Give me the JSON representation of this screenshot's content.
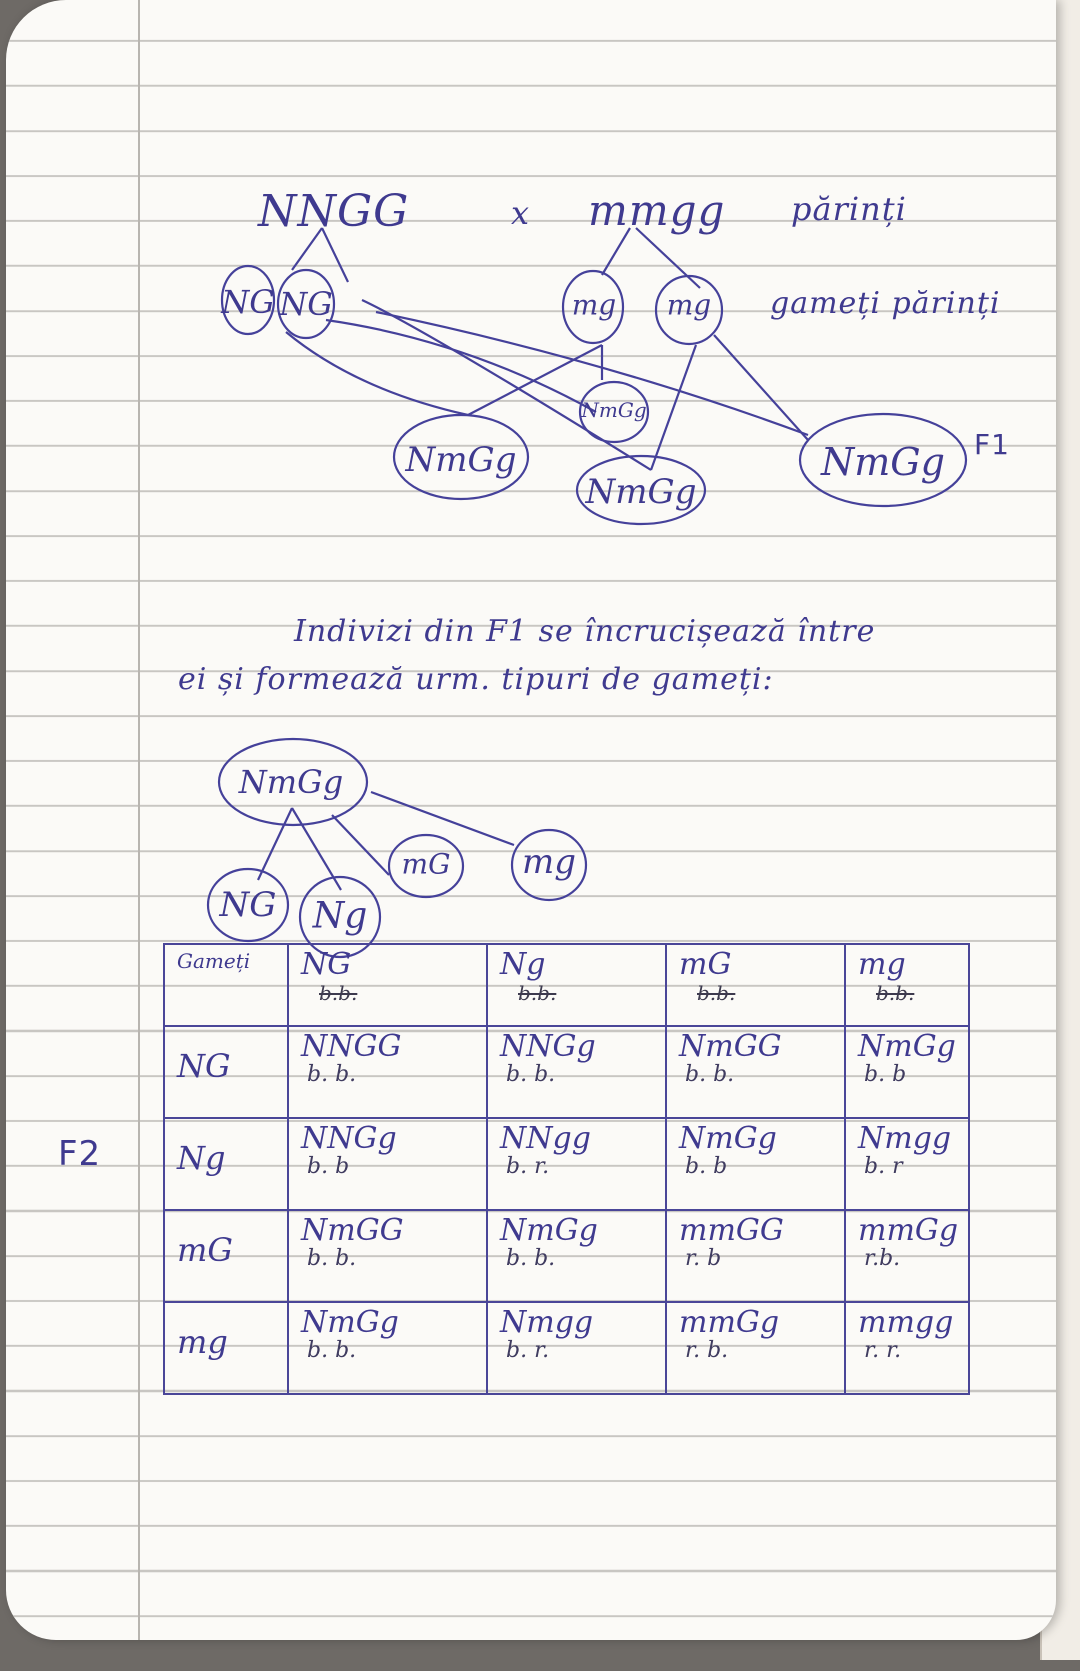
{
  "page": {
    "paper_color": "#fbfaf7",
    "ink_color": "#3f3a8f",
    "rule_color": "#c8c6c2"
  },
  "cross": {
    "parent1": "NNGG",
    "operator": "x",
    "parent2": "mmgg",
    "parents_label": "părinți",
    "parent1_gametes": [
      "NG",
      "NG"
    ],
    "parent2_gametes": [
      "mg",
      "mg"
    ],
    "gametes_label": "gameți părinți",
    "f1_offspring": [
      "NmGg",
      "NmGg",
      "NmGg",
      "NmGg"
    ],
    "f1_label": "F1"
  },
  "explanation": {
    "line1": "Indivizi din F1 se încrucișează între",
    "line2": "ei și formează urm. tipuri de gameți:"
  },
  "f1_gametes": {
    "parent": "NmGg",
    "gametes": [
      "NG",
      "Ng",
      "mG",
      "mg"
    ]
  },
  "punnett": {
    "side_label": "F2",
    "corner": "Gameți",
    "columns": [
      {
        "gamete": "NG",
        "crossed": "b.b."
      },
      {
        "gamete": "Ng",
        "crossed": "b.b."
      },
      {
        "gamete": "mG",
        "crossed": "b.b."
      },
      {
        "gamete": "mg",
        "crossed": "b.b."
      }
    ],
    "rows": [
      {
        "gamete": "NG",
        "cells": [
          {
            "genotype": "NNGG",
            "phenotype": "b. b."
          },
          {
            "genotype": "NNGg",
            "phenotype": "b. b."
          },
          {
            "genotype": "NmGG",
            "phenotype": "b. b."
          },
          {
            "genotype": "NmGg",
            "phenotype": "b. b"
          }
        ]
      },
      {
        "gamete": "Ng",
        "cells": [
          {
            "genotype": "NNGg",
            "phenotype": "b. b"
          },
          {
            "genotype": "NNgg",
            "phenotype": "b. r."
          },
          {
            "genotype": "NmGg",
            "phenotype": "b. b"
          },
          {
            "genotype": "Nmgg",
            "phenotype": "b. r"
          }
        ]
      },
      {
        "gamete": "mG",
        "cells": [
          {
            "genotype": "NmGG",
            "phenotype": "b. b."
          },
          {
            "genotype": "NmGg",
            "phenotype": "b. b."
          },
          {
            "genotype": "mmGG",
            "phenotype": "r. b"
          },
          {
            "genotype": "mmGg",
            "phenotype": "r.b."
          }
        ]
      },
      {
        "gamete": "mg",
        "cells": [
          {
            "genotype": "NmGg",
            "phenotype": "b. b."
          },
          {
            "genotype": "Nmgg",
            "phenotype": "b. r."
          },
          {
            "genotype": "mmGg",
            "phenotype": "r. b."
          },
          {
            "genotype": "mmgg",
            "phenotype": "r. r."
          }
        ]
      }
    ]
  }
}
